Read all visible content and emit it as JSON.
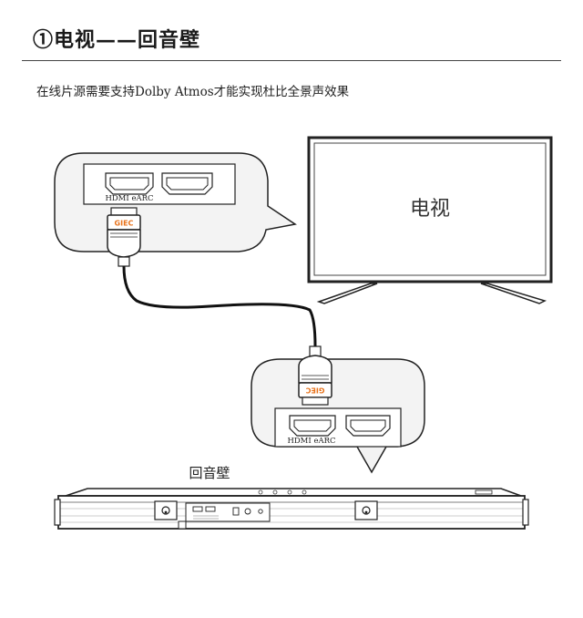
{
  "heading": "①电视——回音壁",
  "subtitle": "在线片源需要支持Dolby Atmos才能实现杜比全景声效果",
  "tv": {
    "label": "电视"
  },
  "tv_callout": {
    "port_label": "HDMI eARC"
  },
  "soundbar_callout": {
    "port_label": "HDMI eARC"
  },
  "soundbar": {
    "label": "回音壁"
  },
  "plug_top": {
    "brand": "GIEC"
  },
  "plug_bottom": {
    "brand": "GIEC"
  },
  "colors": {
    "stroke": "#222222",
    "brand_orange": "#e8731c",
    "bubble_fill": "#f3f3f3",
    "cable": "#111111"
  }
}
